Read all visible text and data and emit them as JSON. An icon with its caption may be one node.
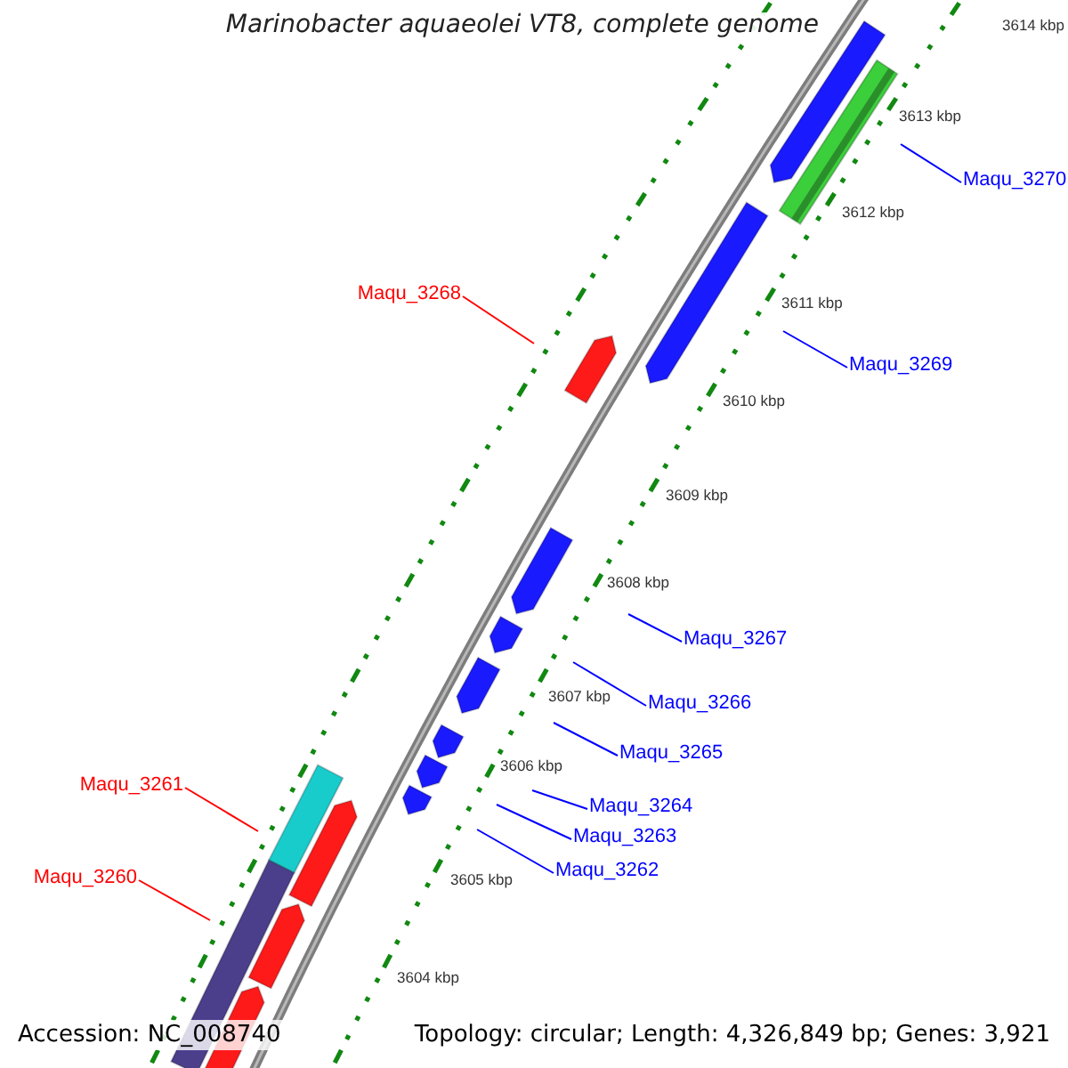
{
  "diagram": {
    "title": "Marinobacter aquaeolei VT8, complete genome",
    "nodes": [
      {
        "text": [
          "Maqu_3270"
        ]
      },
      {
        "text": [
          "Maqu_3268"
        ]
      },
      {
        "text": [
          "Maqu_3269"
        ]
      },
      {
        "text": [
          "Maqu_3267"
        ]
      },
      {
        "text": [
          "Maqu_3266"
        ]
      },
      {
        "text": [
          "Maqu_3265"
        ]
      },
      {
        "text": [
          "Maqu_3261"
        ]
      },
      {
        "text": [
          "Maqu_3264"
        ]
      },
      {
        "text": [
          "Maqu_3263"
        ]
      },
      {
        "text": [
          "Maqu_3262"
        ]
      },
      {
        "text": [
          "Maqu_3260"
        ]
      }
    ],
    "edges": [
      {
        "from": 0,
        "to": null,
        "arrow": "none"
      },
      {
        "from": 1,
        "to": null,
        "arrow": "none",
        "color": "#ff0000"
      },
      {
        "from": 2,
        "to": null,
        "arrow": "none"
      },
      {
        "from": 3,
        "to": null,
        "arrow": "none"
      },
      {
        "from": 4,
        "to": null,
        "arrow": "none"
      },
      {
        "from": 5,
        "to": null,
        "arrow": "none"
      },
      {
        "from": 6,
        "to": null,
        "arrow": "none",
        "color": "#ff0000"
      },
      {
        "from": 7,
        "to": null,
        "arrow": "none"
      },
      {
        "from": 8,
        "to": null,
        "arrow": "none"
      },
      {
        "from": 9,
        "to": null,
        "arrow": "none"
      },
      {
        "from": 10,
        "to": null,
        "arrow": "none",
        "color": "#ff0000"
      }
    ],
    "labels": [
      "3614 kbp",
      "3613 kbp",
      "3612 kbp",
      "3611 kbp",
      "3610 kbp",
      "3609 kbp",
      "3608 kbp",
      "3607 kbp",
      "3606 kbp",
      "3605 kbp",
      "3604 kbp",
      "Accession: NC_008740",
      "Topology: circular; Length: 4,326,849 bp; Genes: 3,921"
    ]
  }
}
